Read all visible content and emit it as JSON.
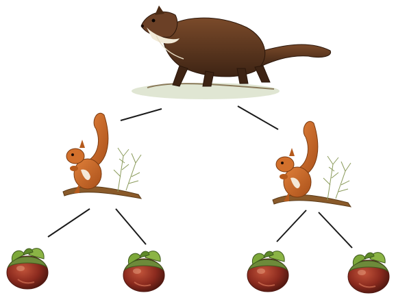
{
  "diagram": {
    "type": "food-chain-tree",
    "levels": [
      {
        "level": "predator",
        "organisms": [
          {
            "icon": "pine-marten-icon"
          }
        ]
      },
      {
        "level": "consumer",
        "organisms": [
          {
            "icon": "red-squirrel-icon"
          },
          {
            "icon": "red-squirrel-icon"
          }
        ]
      },
      {
        "level": "producer",
        "organisms": [
          {
            "icon": "hazelnut-icon"
          },
          {
            "icon": "hazelnut-icon"
          },
          {
            "icon": "hazelnut-icon"
          },
          {
            "icon": "hazelnut-icon"
          }
        ]
      }
    ],
    "links": [
      {
        "from": "predator",
        "to": "consumer-1"
      },
      {
        "from": "predator",
        "to": "consumer-2"
      },
      {
        "from": "consumer-1",
        "to": "producer-1"
      },
      {
        "from": "consumer-1",
        "to": "producer-2"
      },
      {
        "from": "consumer-2",
        "to": "producer-3"
      },
      {
        "from": "consumer-2",
        "to": "producer-4"
      }
    ],
    "colors": {
      "marten_fur": "#5a3620",
      "squirrel_fur": "#c8621f",
      "nut_shell": "#8b2a1e",
      "leaf": "#5e8a2a",
      "connector": "#1a1a1a"
    }
  }
}
